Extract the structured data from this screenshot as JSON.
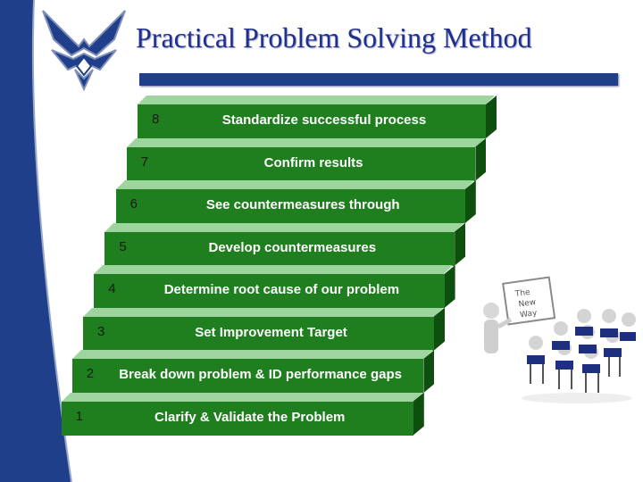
{
  "slide": {
    "title": "Practical Problem Solving Method",
    "logo_icon": "air-force-wings-emblem-icon",
    "accent_color": "#1f3f8a",
    "step_color": "#1f7f1f"
  },
  "steps": [
    {
      "number": "8",
      "label": "Standardize successful process"
    },
    {
      "number": "7",
      "label": "Confirm results"
    },
    {
      "number": "6",
      "label": "See countermeasures through"
    },
    {
      "number": "5",
      "label": "Develop countermeasures"
    },
    {
      "number": "4",
      "label": "Determine root cause of our problem"
    },
    {
      "number": "3",
      "label": "Set Improvement Target"
    },
    {
      "number": "2",
      "label": "Break down problem & ID performance gaps"
    },
    {
      "number": "1",
      "label": "Clarify & Validate the Problem"
    }
  ],
  "clipart": {
    "icon": "presenter-with-audience-icon",
    "board_text": [
      "The",
      "New",
      "Way"
    ]
  }
}
